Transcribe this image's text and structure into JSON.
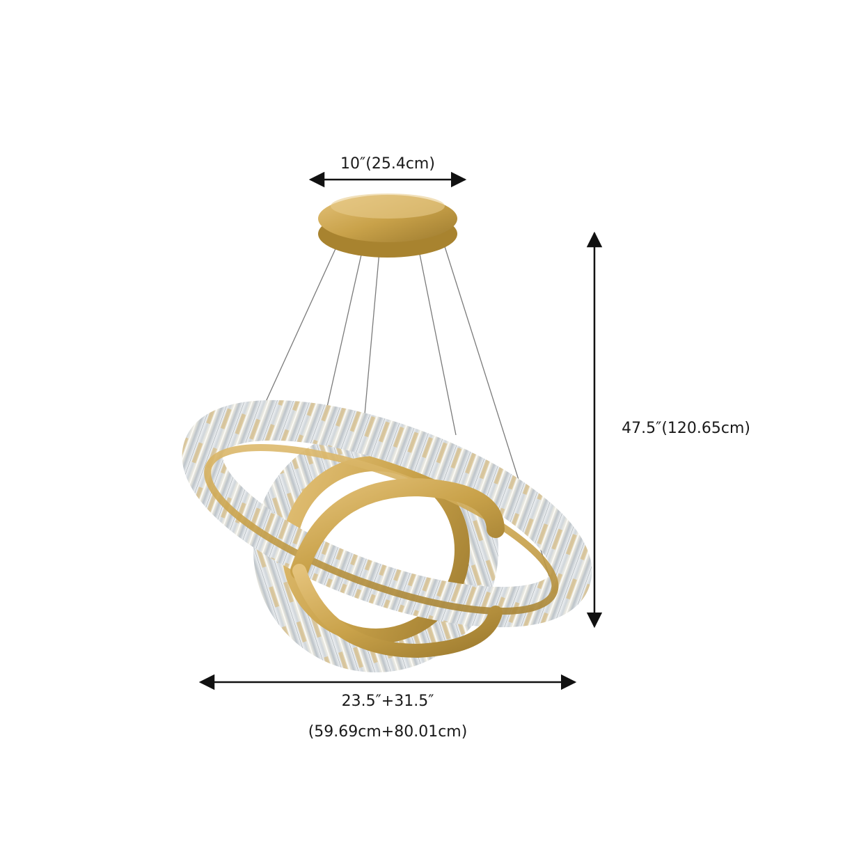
{
  "product": {
    "finish_color": "#c9a24a",
    "crystal_color": "#e9edf0",
    "ring_count": 2
  },
  "dimensions": {
    "canopy_width": "10″(25.4cm)",
    "overall_height": "47.5″(120.65cm)",
    "ring_diameters_in": "23.5″+31.5″",
    "ring_diameters_cm": "(59.69cm+80.01cm)"
  }
}
